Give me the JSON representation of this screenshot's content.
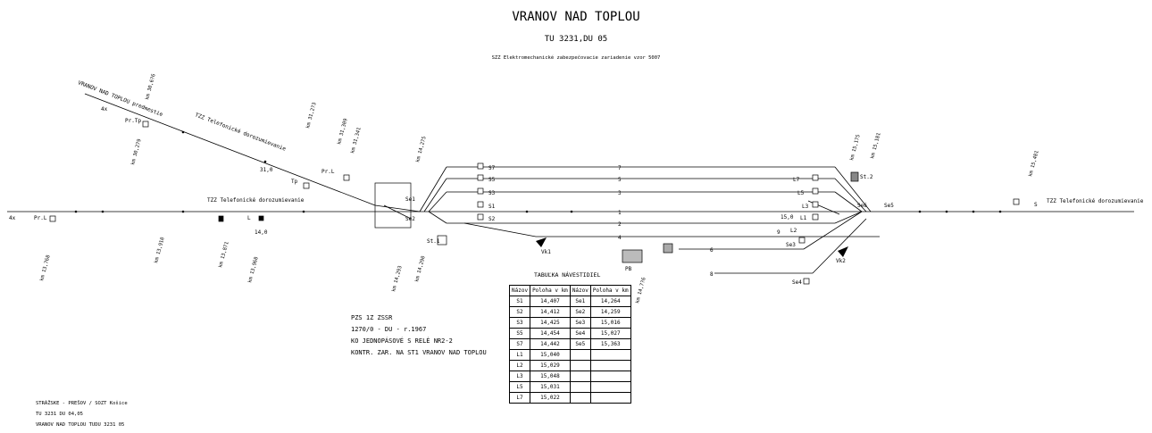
{
  "header": {
    "station": "VRANOV NAD TOPLOU",
    "tu": "TU 3231,DU 05",
    "system": "SZZ Elektromechanické zabezpečovacie zariadenie vzor 5007"
  },
  "km_marks": [
    "km 30,6?6",
    "km 30,279",
    "km 31,2?3",
    "km 31,309",
    "km 31,341",
    "km 14,275",
    "km 13,768",
    "km 13,910",
    "km 13,871",
    "km 13,968",
    "km 14,293",
    "km 14,290",
    "km 14,7?6",
    "km 15,175",
    "km 15,181",
    "km 15,481"
  ],
  "line_labels": {
    "branch": "VRANOV NAD TOPLOU predmestie",
    "tzz_branch": "TZZ Telefonické dorozumievanie",
    "tzz_main_left": "TZZ Telefonické dorozumievanie",
    "tzz_main_right": "TZZ Telefonické dorozumievanie"
  },
  "signals": {
    "left_entry": "Pr.L",
    "left_entry_sub": "4x",
    "branch_pr": "Pr.Tp",
    "branch_tp": "Tp",
    "branch_pl": "Pr.L",
    "branch_sub": "4x",
    "l_main": "L",
    "km_140": "14,0",
    "s_tracks": [
      "S7",
      "S5",
      "S3",
      "S1",
      "S2"
    ],
    "l_tracks": [
      "L7",
      "L5",
      "L3",
      "L1",
      "L2"
    ],
    "tracks": [
      "7",
      "5",
      "3",
      "1",
      "2",
      "4",
      "6",
      "8",
      "9"
    ],
    "shunt": [
      "Se1",
      "Se2",
      "Se3",
      "Se4",
      "Se5",
      "Se6"
    ],
    "right_exit": "S",
    "stl1": "St.1",
    "stl2": "St.2",
    "vk1": "Vk1",
    "vk2": "Vk2",
    "pb": "PB",
    "km_310": "31,0",
    "km_150": "15,0"
  },
  "info_block": [
    "PZS 1Z  ZSSR",
    "1270/0 - DU - r.1967",
    "KO JEDNOPÁSOVÉ S RELÉ NR2-2",
    "KONTR. ZAR. NA ST1 VRANOV NAD TOPLOU"
  ],
  "table": {
    "title": "TABUĽKA NÁVESTIDIEL",
    "headers": [
      "Názov",
      "Poloha v km",
      "Názov",
      "Poloha v km"
    ],
    "rows": [
      [
        "S1",
        "14,407",
        "Se1",
        "14,264"
      ],
      [
        "S2",
        "14,412",
        "Se2",
        "14,259"
      ],
      [
        "S3",
        "14,425",
        "Se3",
        "15,016"
      ],
      [
        "S5",
        "14,454",
        "Se4",
        "15,027"
      ],
      [
        "S7",
        "14,442",
        "Se5",
        "15,363"
      ],
      [
        "L1",
        "15,040",
        "",
        ""
      ],
      [
        "L2",
        "15,029",
        "",
        ""
      ],
      [
        "L3",
        "15,048",
        "",
        ""
      ],
      [
        "L5",
        "15,031",
        "",
        ""
      ],
      [
        "L7",
        "15,022",
        "",
        ""
      ]
    ]
  },
  "footer": [
    "STRÁŽSKE - PREŠOV / SOZT Košice",
    "TU 3231  DU 04,05",
    "VRANOV NAD TOPLOU    TUDU 3231 05"
  ]
}
